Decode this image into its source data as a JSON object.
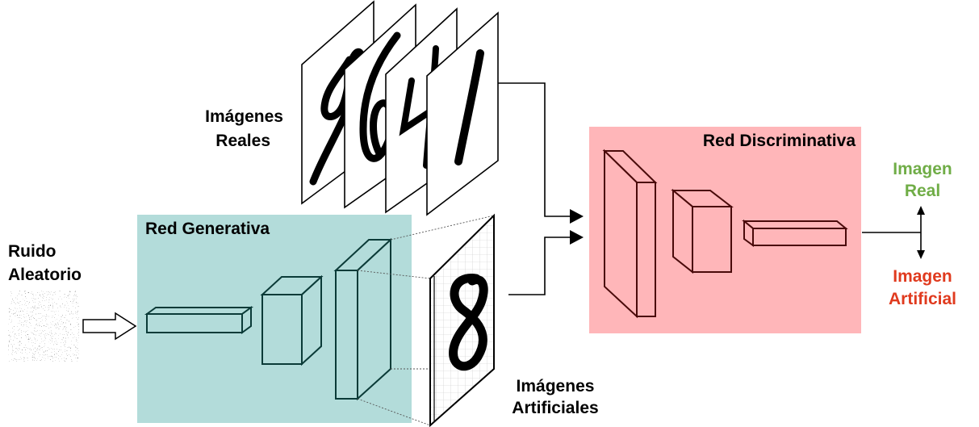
{
  "inputs": {
    "noise_line1": "Ruido",
    "noise_line2": "Aleatorio",
    "real_line1": "Imágenes",
    "real_line2": "Reales"
  },
  "generator": {
    "label": "Red Generativa",
    "color": "#b3dcda"
  },
  "artificial_images": {
    "line1": "Imágenes",
    "line2": "Artificiales"
  },
  "discriminator": {
    "label": "Red Discriminativa",
    "color": "#ffb6b9"
  },
  "outputs": {
    "real_line1": "Imagen",
    "real_line2": "Real",
    "real_color": "#70ad47",
    "artificial_line1": "Imagen",
    "artificial_line2": "Artificial",
    "artificial_color": "#e03a1e"
  },
  "colors": {
    "generator_stroke": "#0b3b38",
    "discriminator_stroke": "#4a0a0a"
  }
}
